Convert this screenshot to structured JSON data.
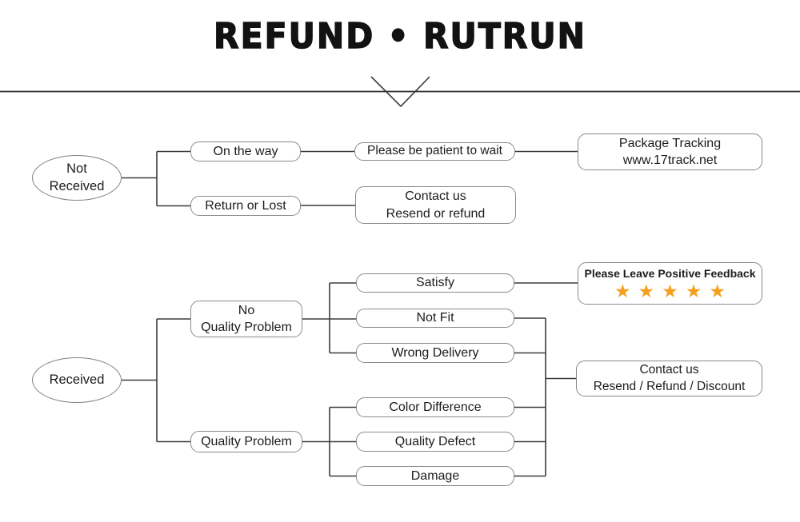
{
  "header": {
    "title": "REFUND • RUTRUN"
  },
  "not_received_flow": {
    "root": "Not\nReceived",
    "on_the_way": "On the way",
    "be_patient": "Please be patient to wait",
    "package_tracking": "Package Tracking\nwww.17track.net",
    "return_or_lost": "Return or Lost",
    "contact_us": "Contact us\nResend or refund"
  },
  "received_flow": {
    "root": "Received",
    "no_quality_problem": "No\nQuality Problem",
    "satisfy": "Satisfy",
    "not_fit": "Not Fit",
    "wrong_delivery": "Wrong Delivery",
    "quality_problem": "Quality Problem",
    "color_difference": "Color Difference",
    "quality_defect": "Quality Defect",
    "damage": "Damage",
    "feedback_title": "Please Leave Positive Feedback",
    "feedback_stars": "★★★★★",
    "feedback_star_count": 5,
    "contact_us": "Contact us\nResend / Refund / Discount"
  },
  "colors": {
    "star": "#F5A11F",
    "box_border": "#8a8a8a",
    "connector": "#3b3b3b",
    "text": "#1c1c1c"
  }
}
